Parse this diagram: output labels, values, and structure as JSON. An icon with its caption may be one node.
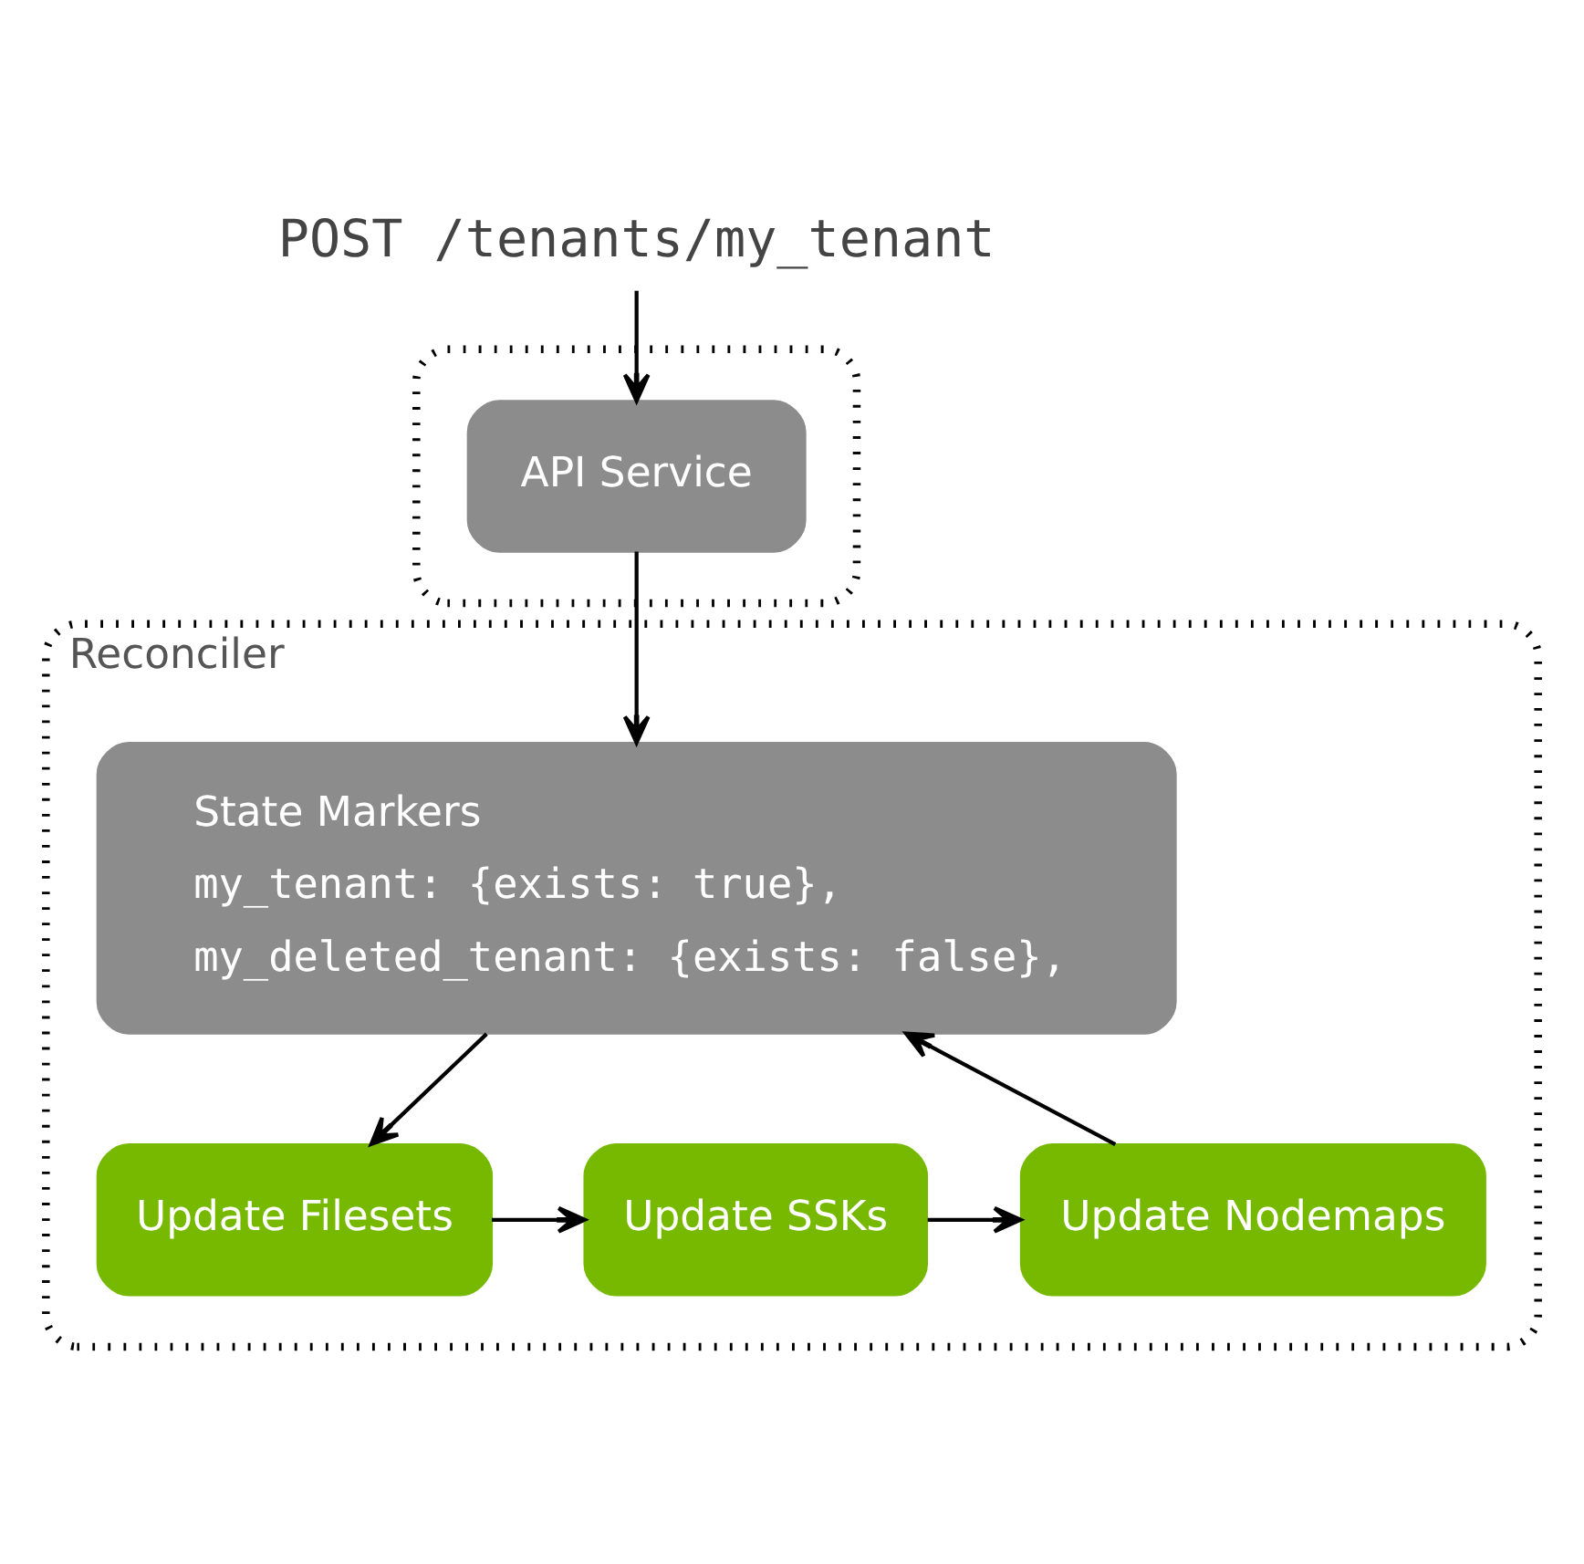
{
  "diagram": {
    "nodes": [
      {
        "text": [
          "POST /tenants/my_tenant"
        ]
      },
      {
        "text": [],
        "shape": "box"
      },
      {
        "text": [
          "API Service"
        ],
        "in": 1
      },
      {
        "text": [
          "Reconciler"
        ]
      },
      {
        "text": [
          "State Markers",
          "my_tenant: {exists: true},",
          "my_deleted_tenant: {exists: false},"
        ],
        "in": 3
      },
      {
        "text": [
          "Update Filesets"
        ],
        "in": 3
      },
      {
        "text": [
          "Update SSKs"
        ],
        "in": 3
      },
      {
        "text": [
          "Update Nodemaps"
        ],
        "in": 3
      }
    ],
    "edges": [
      {
        "from": 0,
        "to": 2,
        "arrow": "to"
      },
      {
        "from": 2,
        "to": 4,
        "arrow": "to"
      },
      {
        "from": 4,
        "to": 5,
        "arrow": "to"
      },
      {
        "from": 5,
        "to": 6,
        "arrow": "to"
      },
      {
        "from": 6,
        "to": 7,
        "arrow": "to"
      },
      {
        "from": 7,
        "to": 4,
        "arrow": "to"
      }
    ]
  }
}
